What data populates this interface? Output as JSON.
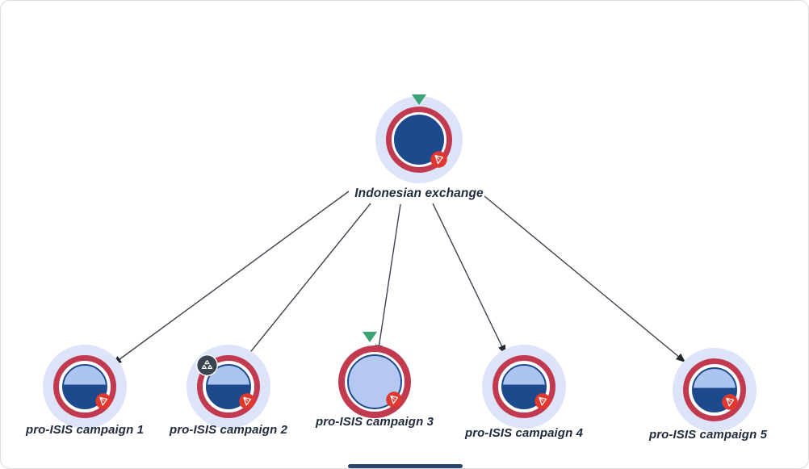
{
  "window": {
    "background": "#ffffff",
    "border_color": "#dcdcdc"
  },
  "graph": {
    "root": {
      "label": "Indonesian exchange",
      "badges": [
        "tron-alert-badge",
        "green-down-triangle"
      ]
    },
    "children": [
      {
        "label": "pro-ISIS campaign 1",
        "badges": [
          "tron-alert-badge"
        ]
      },
      {
        "label": "pro-ISIS campaign 2",
        "badges": [
          "tron-alert-badge",
          "cluster-badge"
        ]
      },
      {
        "label": "pro-ISIS campaign 3",
        "badges": [
          "tron-alert-badge",
          "green-down-triangle"
        ]
      },
      {
        "label": "pro-ISIS campaign 4",
        "badges": [
          "tron-alert-badge"
        ]
      },
      {
        "label": "pro-ISIS campaign 5",
        "badges": [
          "tron-alert-badge"
        ]
      }
    ],
    "edges": [
      {
        "from": "Indonesian exchange",
        "to": "pro-ISIS campaign 1",
        "direction": "outgoing-arrow"
      },
      {
        "from": "Indonesian exchange",
        "to": "pro-ISIS campaign 2",
        "direction": "outgoing-arrow"
      },
      {
        "from": "Indonesian exchange",
        "to": "pro-ISIS campaign 3",
        "direction": "outgoing-arrow"
      },
      {
        "from": "Indonesian exchange",
        "to": "pro-ISIS campaign 4",
        "direction": "outgoing-arrow"
      },
      {
        "from": "Indonesian exchange",
        "to": "pro-ISIS campaign 5",
        "direction": "outgoing-arrow"
      }
    ],
    "colors": {
      "halo": "#dde3f8",
      "risk_ring": "#c13a50",
      "fill_dark": "#1d4a8c",
      "fill_light": "#abc4f0",
      "alert_badge_red": "#e0382e",
      "cluster_badge_dark": "#3a4350",
      "flow_marker_green": "#3ba273",
      "edge_line": "#3c424e",
      "label_text": "#1f2b3c"
    }
  }
}
